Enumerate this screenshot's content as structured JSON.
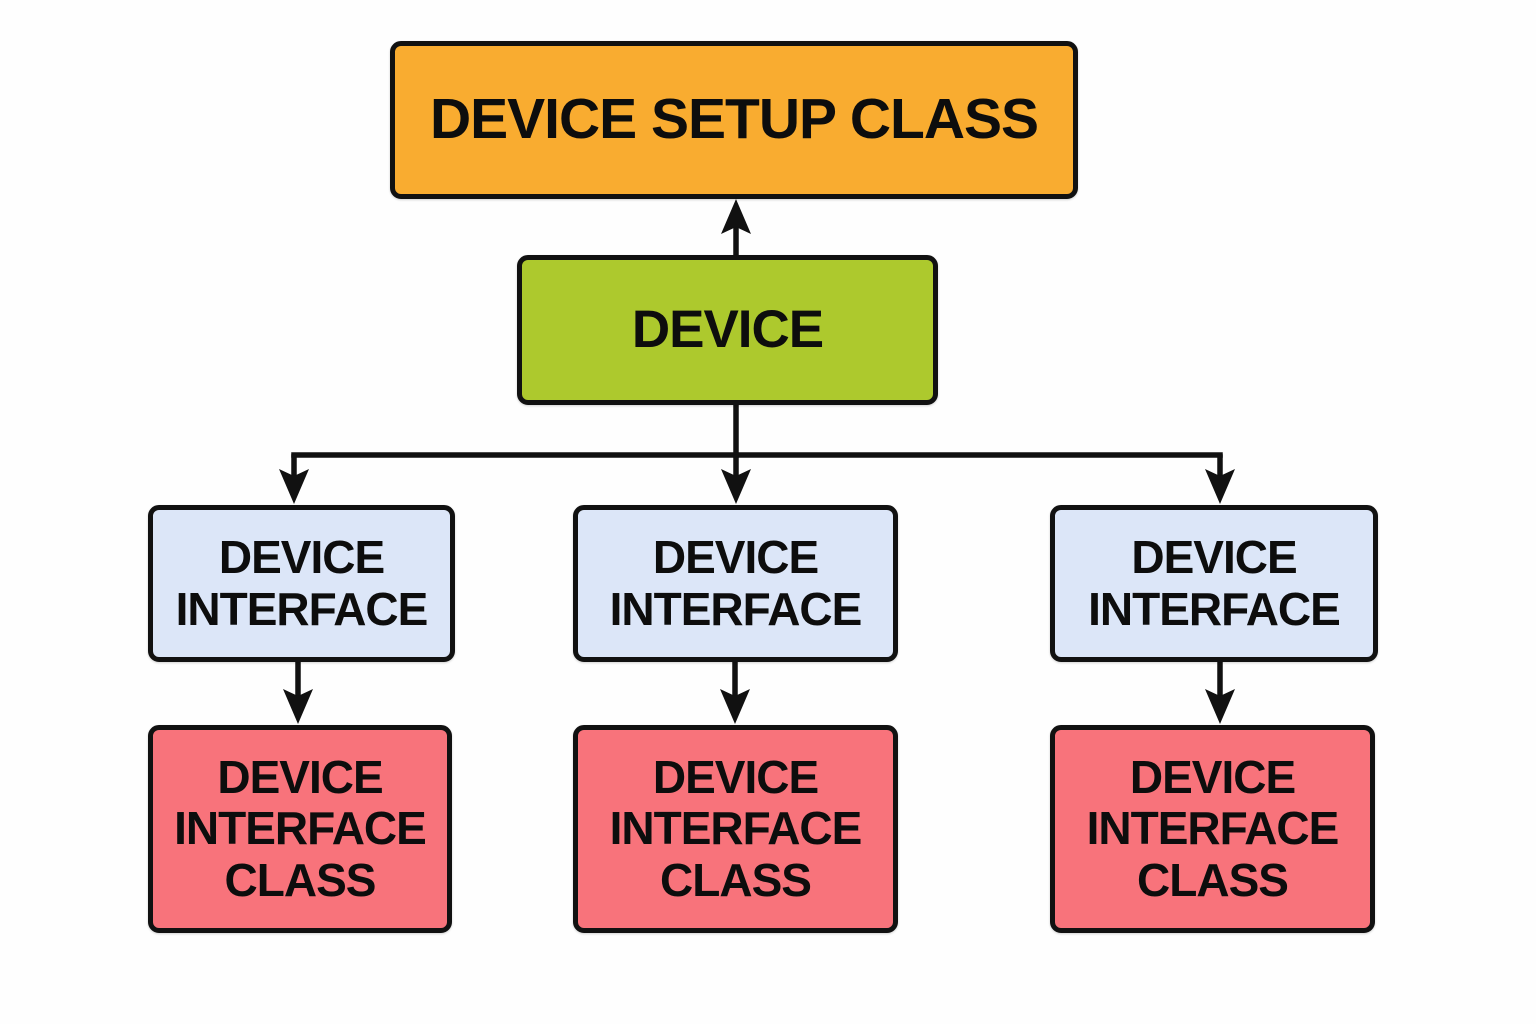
{
  "diagram": {
    "background_color": "#FEFEFE",
    "connector_color": "#111111",
    "text_color": "#0D0D0D",
    "nodes": {
      "setup_class": {
        "label": "DEVICE SETUP CLASS",
        "fill": "#F9AC30"
      },
      "device": {
        "label": "DEVICE",
        "fill": "#ADC92D"
      },
      "interface_left": {
        "label": "DEVICE\nINTERFACE",
        "fill": "#DCE6F8"
      },
      "interface_mid": {
        "label": "DEVICE\nINTERFACE",
        "fill": "#DCE6F8"
      },
      "interface_right": {
        "label": "DEVICE\nINTERFACE",
        "fill": "#DCE6F8"
      },
      "class_left": {
        "label": "DEVICE\nINTERFACE\nCLASS",
        "fill": "#F8737B"
      },
      "class_mid": {
        "label": "DEVICE\nINTERFACE\nCLASS",
        "fill": "#F8737B"
      },
      "class_right": {
        "label": "DEVICE\nINTERFACE\nCLASS",
        "fill": "#F8737B"
      }
    },
    "edges": [
      {
        "from": "device",
        "to": "setup_class",
        "arrow": "up"
      },
      {
        "from": "device",
        "to": "interface_left",
        "arrow": "down"
      },
      {
        "from": "device",
        "to": "interface_mid",
        "arrow": "down"
      },
      {
        "from": "device",
        "to": "interface_right",
        "arrow": "down"
      },
      {
        "from": "interface_left",
        "to": "class_left",
        "arrow": "down"
      },
      {
        "from": "interface_mid",
        "to": "class_mid",
        "arrow": "down"
      },
      {
        "from": "interface_right",
        "to": "class_right",
        "arrow": "down"
      }
    ]
  }
}
